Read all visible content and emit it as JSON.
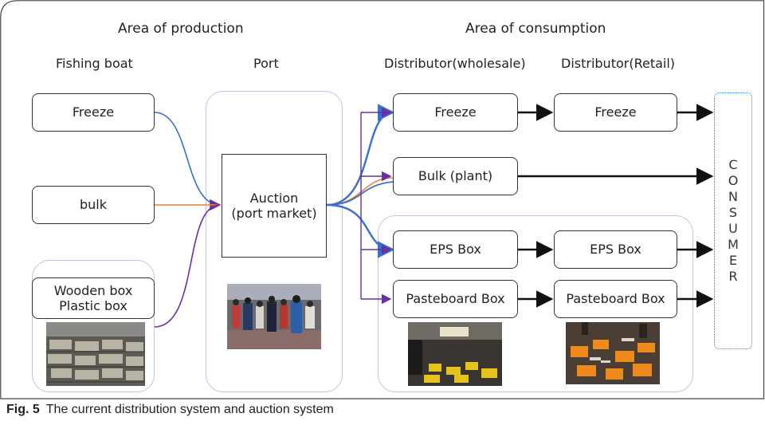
{
  "headers": {
    "production": "Area of production",
    "consumption": "Area of consumption"
  },
  "columns": {
    "fishing_boat": "Fishing boat",
    "port": "Port",
    "wholesale": "Distributor(wholesale)",
    "retail": "Distributor(Retail)"
  },
  "boat_nodes": {
    "freeze": "Freeze",
    "bulk": "bulk",
    "box_line1": "Wooden box",
    "box_line2": "Plastic box"
  },
  "auction": {
    "line1": "Auction",
    "line2": "(port market)"
  },
  "wholesale_nodes": {
    "freeze": "Freeze",
    "bulk": "Bulk (plant)",
    "eps": "EPS Box",
    "pasteboard": "Pasteboard Box"
  },
  "retail_nodes": {
    "freeze": "Freeze",
    "eps": "EPS Box",
    "pasteboard": "Pasteboard Box"
  },
  "consumer_letters": [
    "C",
    "O",
    "N",
    "S",
    "U",
    "M",
    "E",
    "R"
  ],
  "caption": {
    "label": "Fig. 5",
    "text": "The current distribution system and auction system"
  },
  "colors": {
    "blue": "#3a6fd0",
    "orange": "#ee7d31",
    "purple": "#6a2fa0",
    "black": "#111111",
    "region_border": "#c9bfe0",
    "consumer_border": "#2f7fd6"
  }
}
